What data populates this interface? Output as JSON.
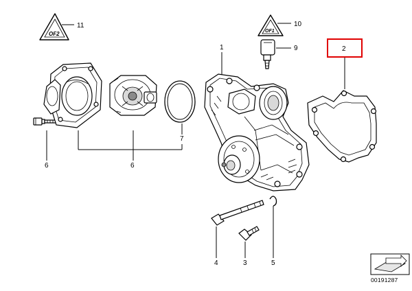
{
  "diagram": {
    "callouts": {
      "c1": "1",
      "c2": "2",
      "c3": "3",
      "c4": "4",
      "c5": "5",
      "c6a": "6",
      "c6b": "6",
      "c7": "7",
      "c9": "9",
      "c10": "10",
      "c11": "11"
    },
    "warning_labels": {
      "left": "OF2",
      "right": "OF1"
    },
    "diagram_id": "00191287",
    "highlighted_callout": "2",
    "highlight_color": "#e00000"
  }
}
